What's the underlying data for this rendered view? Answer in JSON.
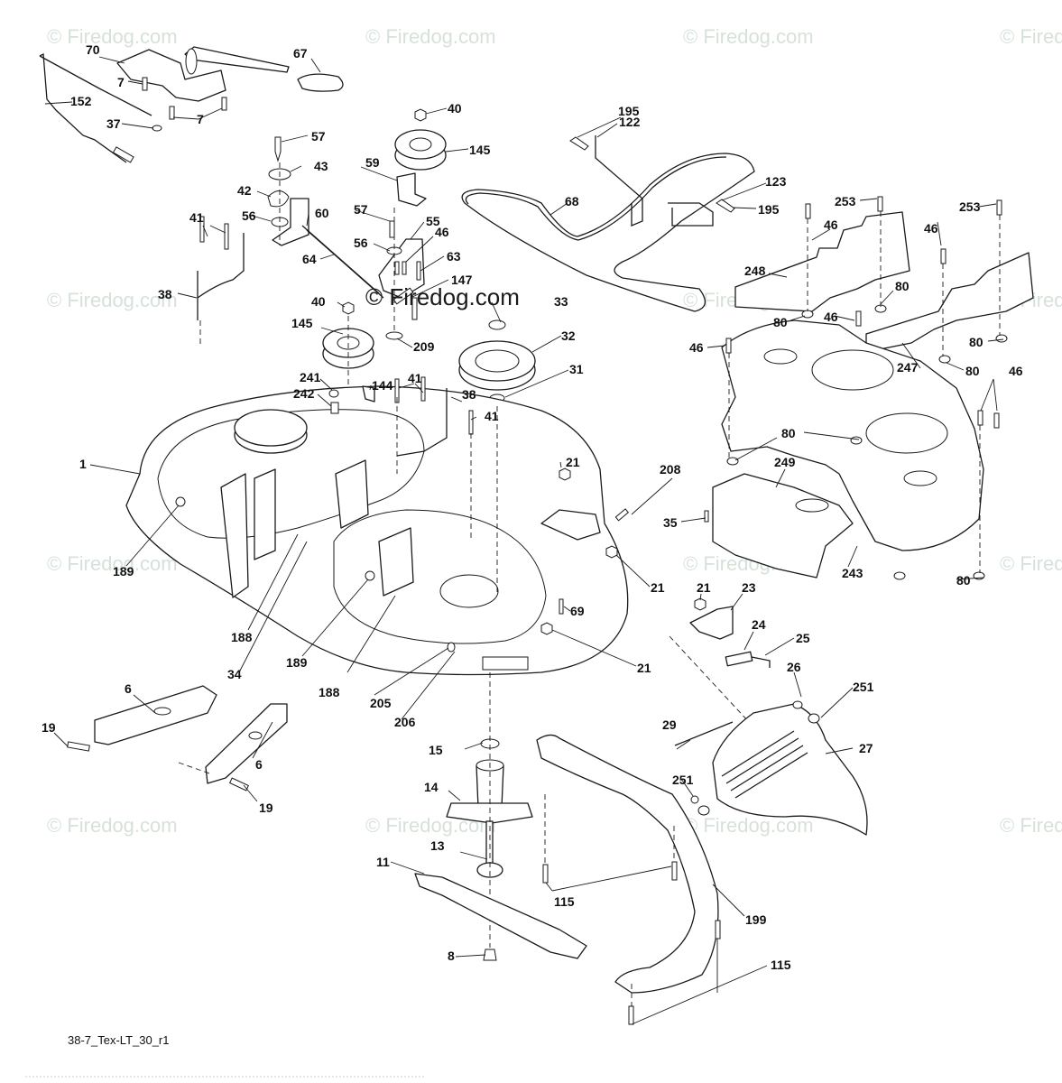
{
  "diagram": {
    "title": "Mower deck parts exploded view",
    "drawing_id": "38-7_Tex-LT_30_r1",
    "watermark": "© Firedog.com",
    "colors": {
      "line": "#1a1a1a",
      "background": "#ffffff",
      "watermark": "#c9d8cc"
    },
    "callouts": {
      "c70": "70",
      "c67": "67",
      "c7a": "7",
      "c7b": "7",
      "c152": "152",
      "c37": "37",
      "c40a": "40",
      "c145a": "145",
      "c57a": "57",
      "c43": "43",
      "c59": "59",
      "c42": "42",
      "c56a": "56",
      "c60": "60",
      "c57b": "57",
      "c55": "55",
      "c46a": "46",
      "c56b": "56",
      "c41a": "41",
      "c64": "64",
      "c63": "63",
      "c147": "147",
      "c38a": "38",
      "c40b": "40",
      "c33": "33",
      "c145b": "145",
      "c32": "32",
      "c209": "209",
      "c31": "31",
      "c241": "241",
      "c242": "242",
      "c144": "144",
      "c41b": "41",
      "c38b": "38",
      "c41c": "41",
      "c195a": "195",
      "c122": "122",
      "c68": "68",
      "c123": "123",
      "c195b": "195",
      "c253a": "253",
      "c253b": "253",
      "c46b": "46",
      "c46c": "46",
      "c248": "248",
      "c80a": "80",
      "c80b": "80",
      "c46d": "46",
      "c46e": "46",
      "c247": "247",
      "c80c": "80",
      "c80d": "80",
      "c46f": "46",
      "c80e": "80",
      "c80f": "80",
      "c1": "1",
      "c21a": "21",
      "c208": "208",
      "c249": "249",
      "c35": "35",
      "c189a": "189",
      "c21b": "21",
      "c243": "243",
      "c80g": "80",
      "c69": "69",
      "c21c": "21",
      "c21d": "21",
      "c23": "23",
      "c188a": "188",
      "c34": "34",
      "c189b": "189",
      "c188b": "188",
      "c205": "205",
      "c206": "206",
      "c24": "24",
      "c25": "25",
      "c26": "26",
      "c251a": "251",
      "c27": "27",
      "c29": "29",
      "c19a": "19",
      "c6a": "6",
      "c6b": "6",
      "c19b": "19",
      "c15": "15",
      "c14": "14",
      "c251b": "251",
      "c13": "13",
      "c11": "11",
      "c115a": "115",
      "c199": "199",
      "c8": "8",
      "c115b": "115"
    }
  }
}
